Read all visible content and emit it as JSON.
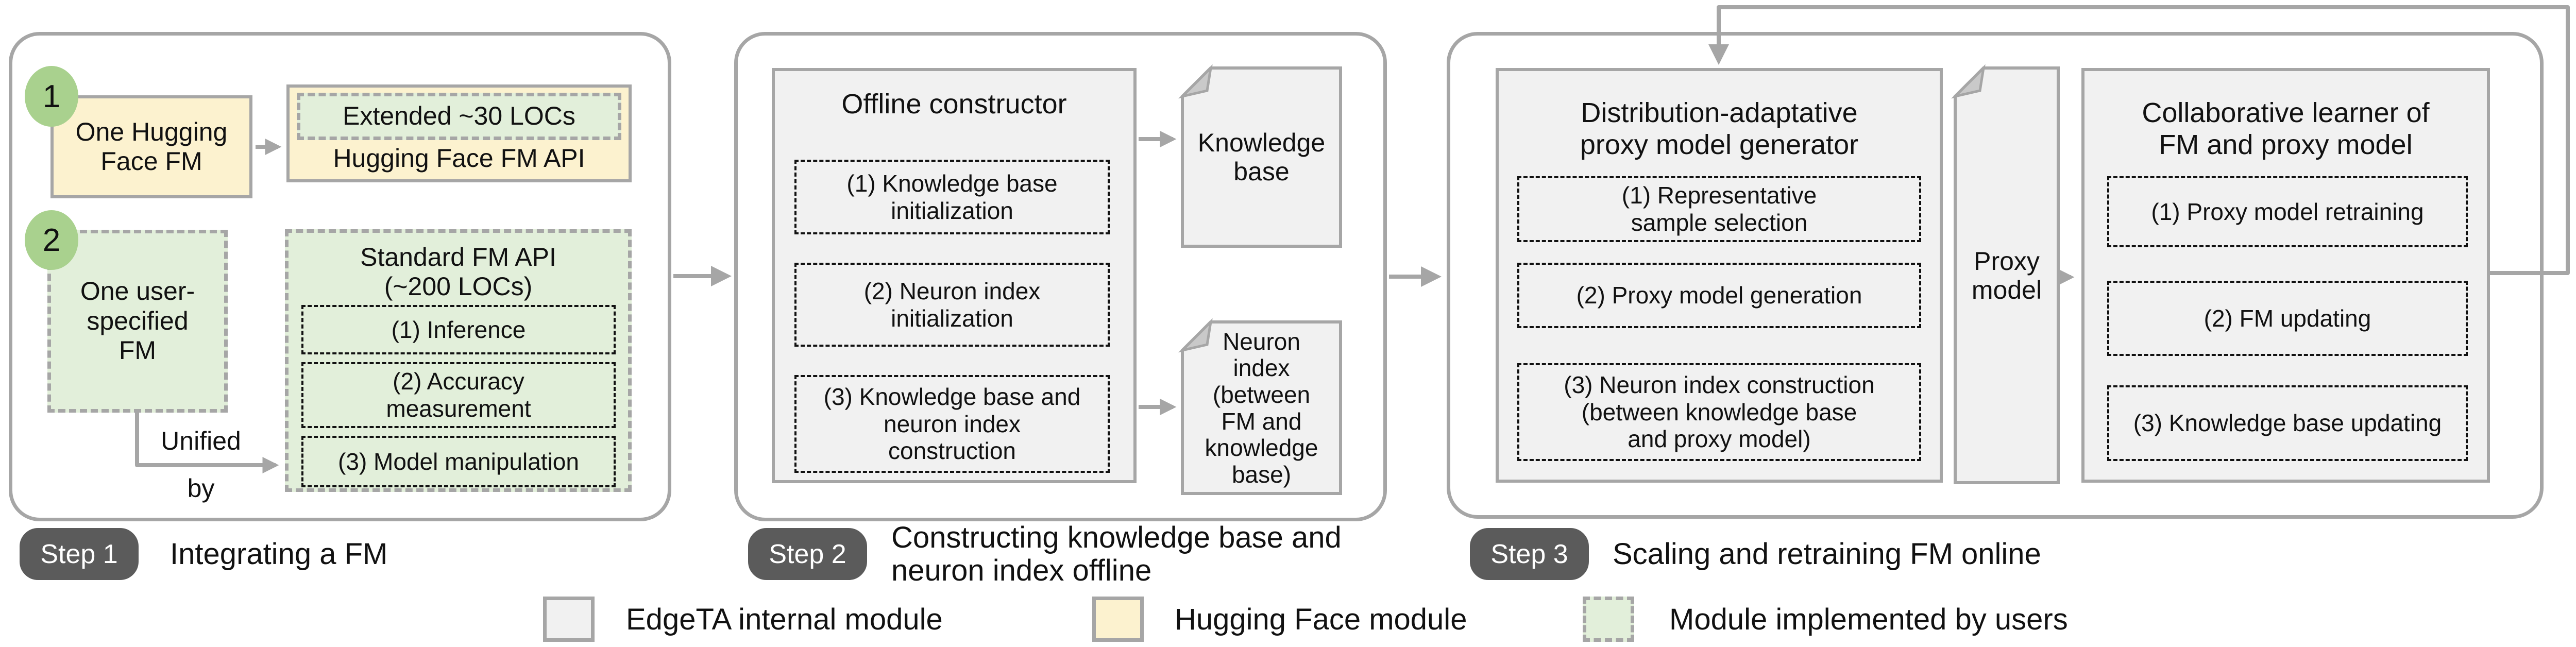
{
  "colors": {
    "internal_fill": "#f1f1f1",
    "huggingface_fill": "#fcf2cf",
    "user_fill": "#e2efda",
    "border_gray": "#a6a6a6",
    "badge_green": "#a9d18e",
    "pill_gray": "#5b5b5b",
    "dash_black": "#111111"
  },
  "steps": [
    {
      "pill": "Step 1",
      "caption": "Integrating a FM"
    },
    {
      "pill": "Step 2",
      "caption": "Constructing knowledge base and\nneuron index offline"
    },
    {
      "pill": "Step 3",
      "caption": "Scaling and retraining FM online"
    }
  ],
  "step1": {
    "badge_one": "1",
    "badge_two": "2",
    "hf_fm": "One Hugging\nFace FM",
    "extended_locs": "Extended ~30 LOCs",
    "hf_api": "Hugging Face FM API",
    "user_fm": "One user-\nspecified\nFM",
    "standard_api_title": "Standard FM API\n(~200 LOCs)",
    "standard_api_items": [
      "(1) Inference",
      "(2) Accuracy\nmeasurement",
      "(3) Model manipulation"
    ],
    "unified": "Unified",
    "by": "by"
  },
  "step2": {
    "title": "Offline constructor",
    "items": [
      "(1) Knowledge base\ninitialization",
      "(2) Neuron index\ninitialization",
      "(3) Knowledge base and\nneuron index\nconstruction"
    ],
    "knowledge_base": "Knowledge\nbase",
    "neuron_index": "Neuron\nindex\n(between\nFM and\nknowledge\nbase)"
  },
  "step3": {
    "generator_title": "Distribution-adaptative\nproxy model generator",
    "generator_items": [
      "(1) Representative\nsample selection",
      "(2) Proxy model generation",
      "(3) Neuron index construction\n(between knowledge base\nand proxy model)"
    ],
    "proxy_model": "Proxy\nmodel",
    "learner_title": "Collaborative learner of\nFM and proxy model",
    "learner_items": [
      "(1) Proxy model retraining",
      "(2) FM updating",
      "(3) Knowledge base updating"
    ]
  },
  "legend": [
    {
      "label": "EdgeTA internal module"
    },
    {
      "label": "Hugging Face module"
    },
    {
      "label": "Module implemented by users"
    }
  ]
}
